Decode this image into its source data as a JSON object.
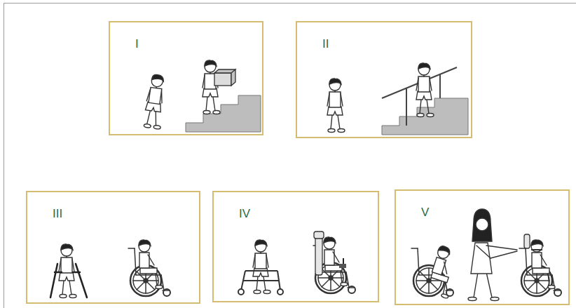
{
  "diagram": {
    "nodes": [
      {
        "text": [
          "I"
        ]
      },
      {
        "text": [
          "II"
        ]
      },
      {
        "text": [
          "III"
        ]
      },
      {
        "text": [
          "IV"
        ]
      },
      {
        "text": [
          "V"
        ]
      }
    ]
  }
}
